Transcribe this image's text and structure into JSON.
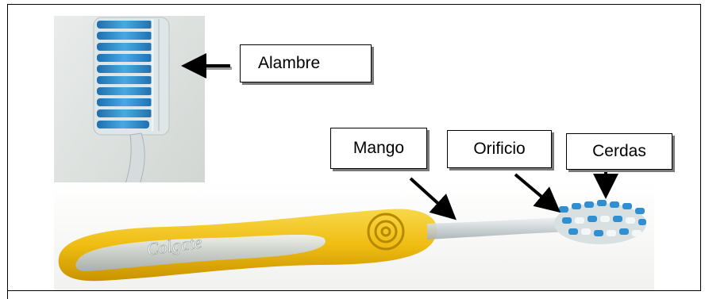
{
  "labels": {
    "alambre": "Alambre",
    "mango": "Mango",
    "orificio": "Orificio",
    "cerdas": "Cerdas"
  },
  "brand_text": "Colgate",
  "colors": {
    "bristle_blue": "#2f8fd0",
    "handle_yellow": "#f2c21b",
    "handle_clear": "#cfd6d8",
    "arrow": "#000000"
  }
}
